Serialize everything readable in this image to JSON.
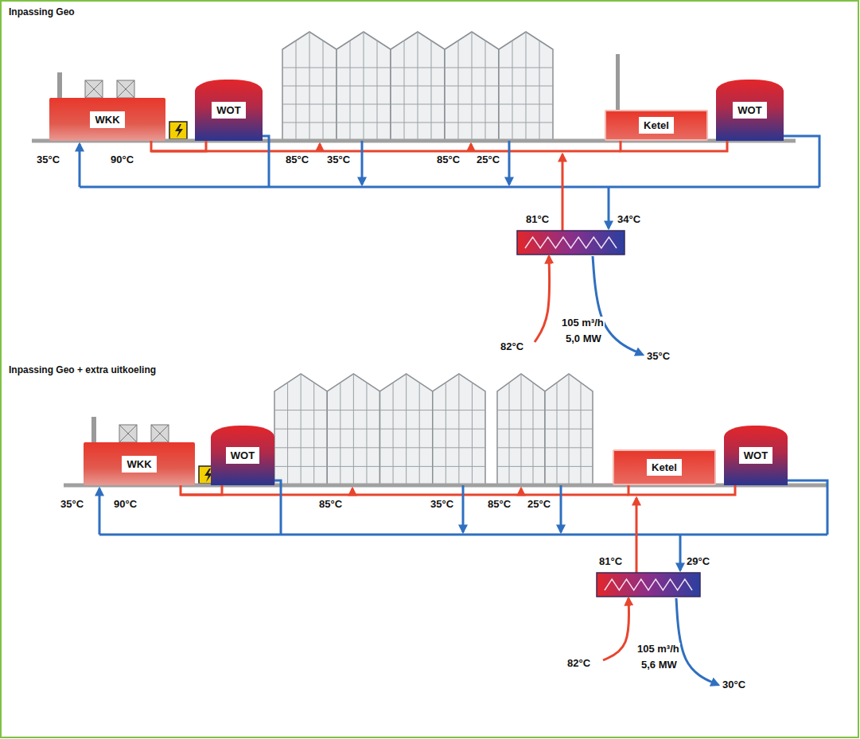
{
  "diagram": {
    "nodes": [
      {
        "text": [
          "WKK"
        ]
      },
      {
        "text": [
          "WOT"
        ]
      },
      {
        "text": [
          "Ketel"
        ]
      },
      {
        "text": [
          "WOT"
        ]
      },
      {
        "text": [
          "WKK"
        ]
      },
      {
        "text": [
          "WOT"
        ]
      },
      {
        "text": [
          "Ketel"
        ]
      },
      {
        "text": [
          "WOT"
        ]
      }
    ],
    "edges": [
      {
        "from": 0,
        "to": 1,
        "arrow": "none"
      },
      {
        "from": 2,
        "to": 3,
        "arrow": "none"
      },
      {
        "from": 4,
        "to": 5,
        "arrow": "none"
      },
      {
        "from": 6,
        "to": 7,
        "arrow": "none"
      }
    ],
    "labels": [
      "Inpassing Geo",
      "35°C",
      "90°C",
      "85°C",
      "35°C",
      "85°C",
      "25°C",
      "81°C",
      "34°C",
      "82°C",
      "105 m³/h",
      "5,0 MW",
      "35°C",
      "Inpassing Geo + extra uitkoeling",
      "35°C",
      "90°C",
      "85°C",
      "35°C",
      "85°C",
      "25°C",
      "81°C",
      "29°C",
      "82°C",
      "105 m³/h",
      "5,6 MW",
      "30°C"
    ]
  }
}
